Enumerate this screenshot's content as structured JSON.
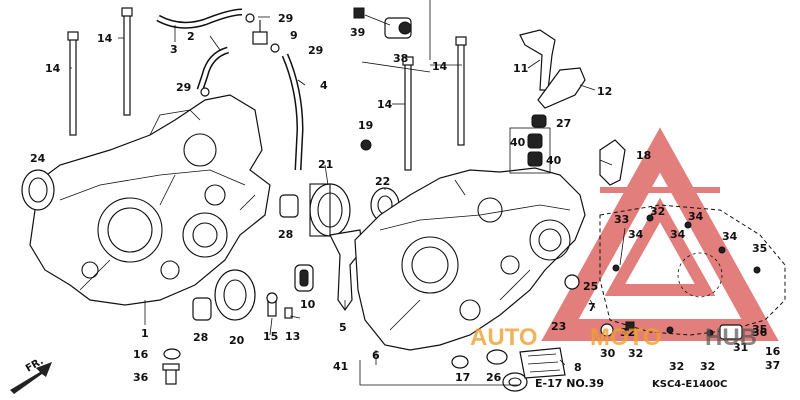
{
  "callouts": {
    "c1": "1",
    "c2": "2",
    "c3": "3",
    "c4": "4",
    "c5": "5",
    "c6": "6",
    "c7": "7",
    "c8": "8",
    "c9": "9",
    "c10": "10",
    "c11": "11",
    "c12": "12",
    "c13": "13",
    "c14a": "14",
    "c14b": "14",
    "c14c": "14",
    "c14d": "14",
    "c15": "15",
    "c16a": "16",
    "c16b": "16",
    "c17": "17",
    "c18": "18",
    "c19": "19",
    "c20": "20",
    "c21": "21",
    "c22": "22",
    "c23": "23",
    "c24": "24",
    "c25": "25",
    "c26": "26",
    "c27": "27",
    "c28a": "28",
    "c28b": "28",
    "c29a": "29",
    "c29b": "29",
    "c29c": "29",
    "c30": "30",
    "c31": "31",
    "c32a": "32",
    "c32b": "32",
    "c32c": "32",
    "c32d": "32",
    "c32e": "32",
    "c33": "33",
    "c34a": "34",
    "c34b": "34",
    "c34c": "34",
    "c34d": "34",
    "c35a": "35",
    "c35b": "35",
    "c36a": "36",
    "c36b": "36",
    "c37": "37",
    "c38": "38",
    "c39": "39",
    "c40a": "40",
    "c40b": "40",
    "c41": "41"
  },
  "footer": {
    "reference": "E-17 NO.39",
    "diagram_code": "KSC4-E1400C",
    "fr_label": "FR."
  },
  "watermark": {
    "brand_auto": "AUTO",
    "brand_moto": "MOTO",
    "brand_hub": "HUB",
    "color_red": "#d9534f",
    "color_orange": "#f0a030"
  }
}
